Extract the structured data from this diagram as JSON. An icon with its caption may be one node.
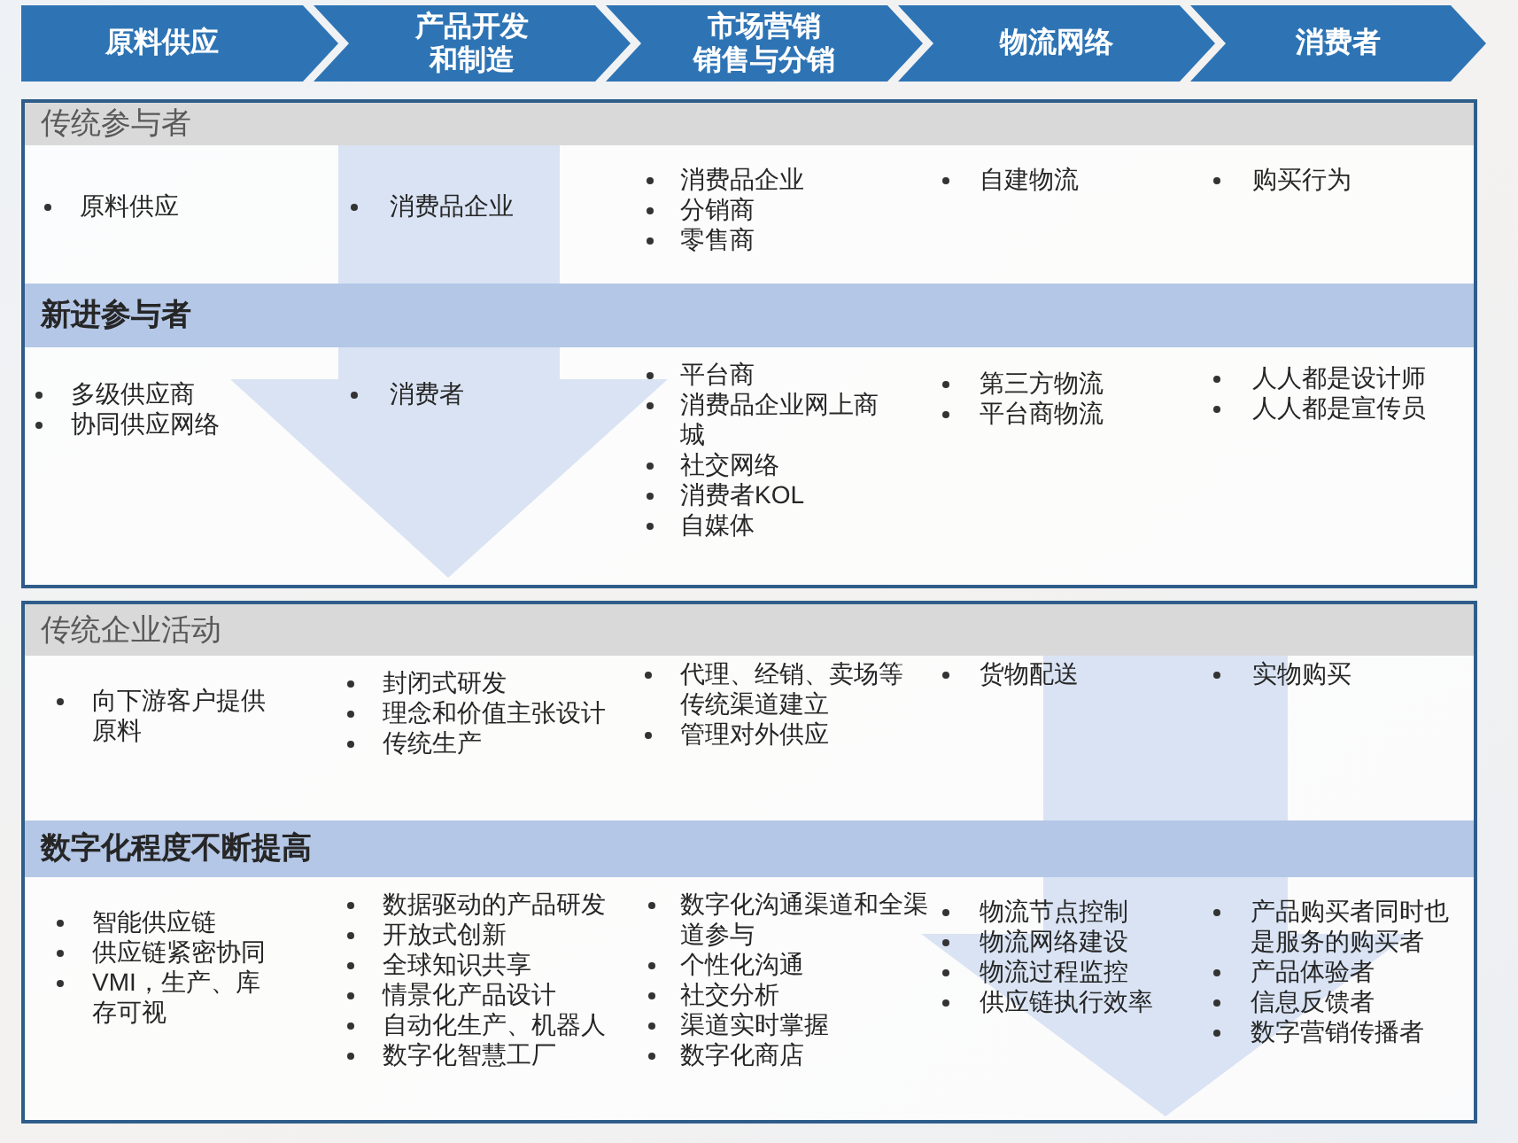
{
  "diagram": {
    "nodes": [
      {
        "text": [
          "原料供应"
        ]
      },
      {
        "text": [
          "产品开发和制造"
        ]
      },
      {
        "text": [
          "市场营销",
          "销售与分销"
        ]
      },
      {
        "text": [
          "物流网络"
        ]
      },
      {
        "text": [
          "消费者"
        ]
      },
      {
        "text": [],
        "shape": "box"
      },
      {
        "text": [
          "传统参与者"
        ],
        "in": 5
      },
      {
        "text": [
          "新进参与者"
        ],
        "in": 5
      },
      {
        "text": [],
        "shape": "box"
      },
      {
        "text": [
          "传统企业活动"
        ],
        "in": 8
      },
      {
        "text": [
          "数字化程度不断提高"
        ],
        "in": 8
      }
    ],
    "edges": [
      {
        "from": 6,
        "to": null,
        "arrow": "to",
        "style": "thick"
      },
      {
        "from": 9,
        "to": null,
        "arrow": "to",
        "style": "thick"
      }
    ],
    "labels": [
      "原料供应",
      "消费品企业",
      "消费品企业",
      "分销商",
      "零售商",
      "自建物流",
      "购买行为",
      "多级供应商",
      "协同供应网络",
      "消费者",
      "平台商",
      "消费品企业网上商城",
      "社交网络",
      "消费者KOL",
      "自媒体",
      "第三方物流",
      "平台商物流",
      "人人都是设计师",
      "人人都是宣传员",
      "向下游客户提供原料",
      "封闭式研发",
      "理念和价值主张设计",
      "传统生产",
      "代理、经销、卖场等传统渠道建立",
      "管理对外供应",
      "货物配送",
      "实物购买",
      "智能供应链",
      "供应链紧密协同",
      "VMI，生产、库存可视",
      "数据驱动的产品研发",
      "开放式创新",
      "全球知识共享",
      "情景化产品设计",
      "自动化生产、机器人",
      "数字化智慧工厂",
      "数字化沟通渠道和全渠道参与",
      "个性化沟通",
      "社交分析",
      "渠道实时掌握",
      "数字化商店",
      "物流节点控制",
      "物流网络建设",
      "物流过程监控",
      "供应链执行效率",
      "产品购买者同时也是服务的购买者",
      "产品体验者",
      "信息反馈者",
      "数字营销传播者"
    ]
  }
}
